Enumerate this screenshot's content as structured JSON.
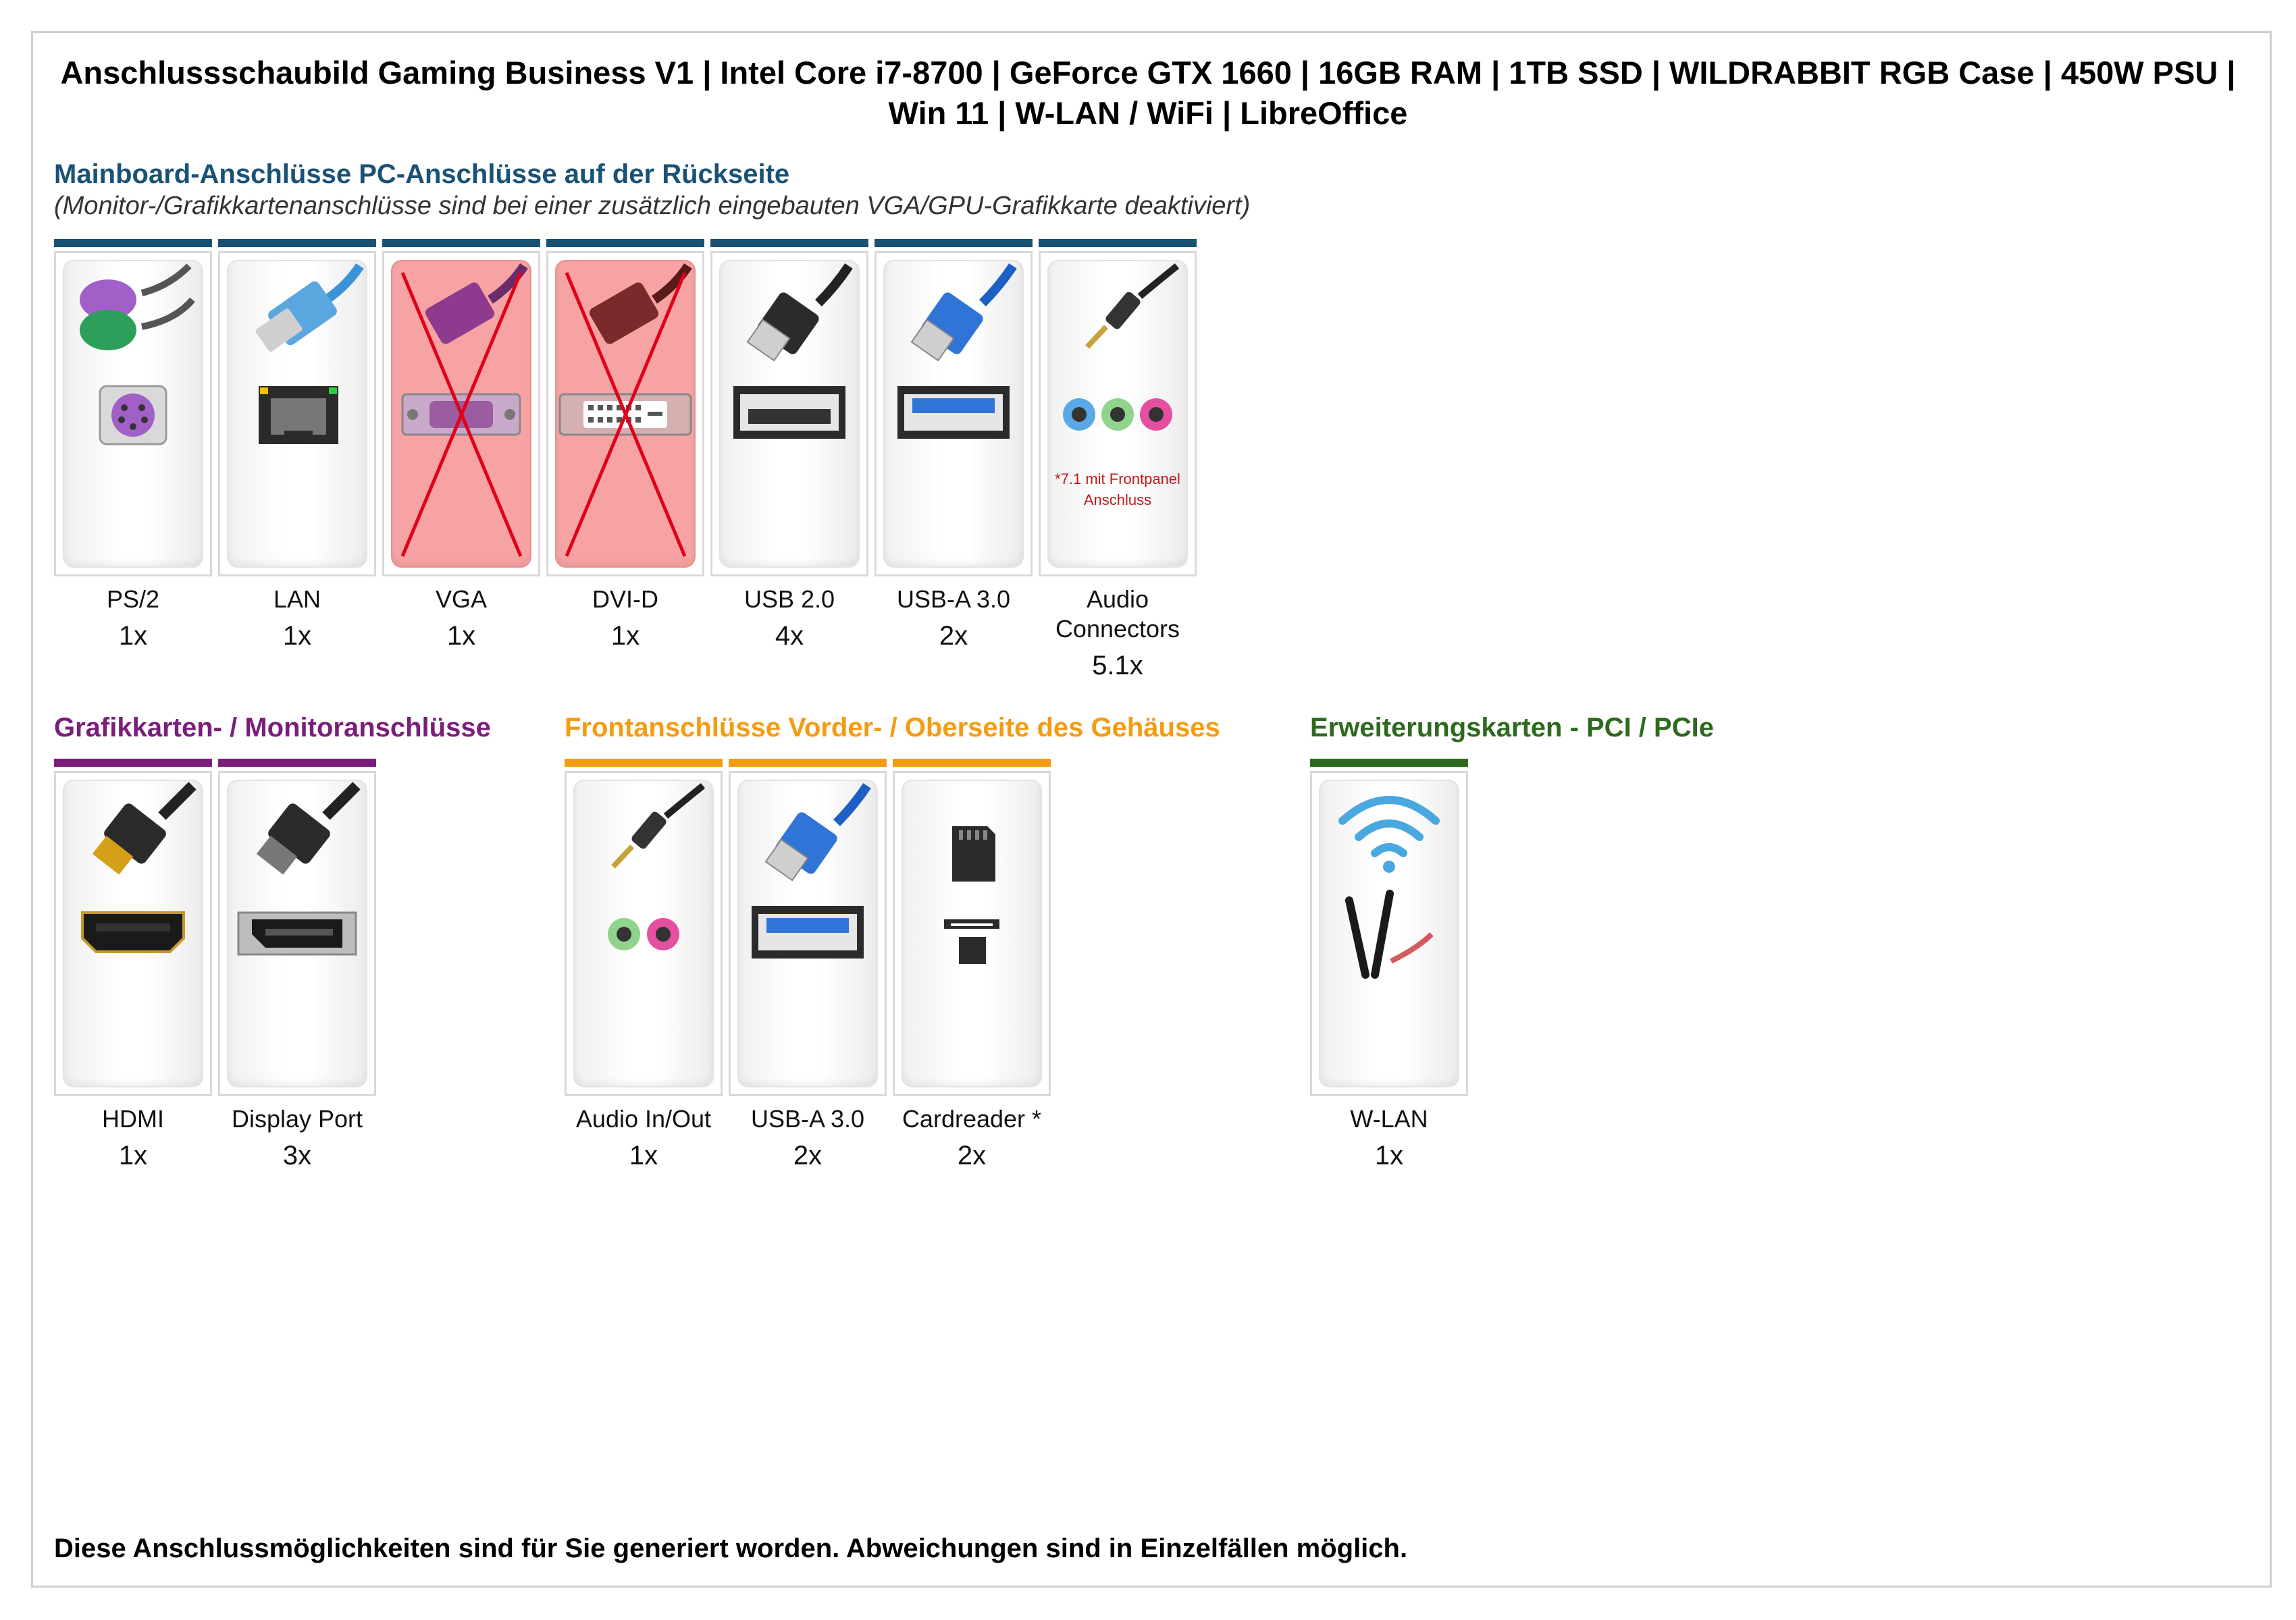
{
  "title": "Anschlussschaubild Gaming Business V1 | Intel Core i7-8700 | GeForce GTX 1660 | 16GB RAM | 1TB SSD | WILDRABBIT RGB Case | 450W PSU | Win 11 | W-LAN / WiFi | LibreOffice",
  "colors": {
    "mainboard": "#1a5276",
    "gpu": "#7b1e7a",
    "front": "#f39c12",
    "expansion": "#2d6a1f",
    "note": "#c4161c"
  },
  "mainboard": {
    "title": "Mainboard-Anschlüsse PC-Anschlüsse auf der Rückseite",
    "subtitle": "(Monitor-/Grafikkartenanschlüsse sind bei einer zusätzlich eingebauten VGA/GPU-Grafikkarte deaktiviert)",
    "items": [
      {
        "label": "PS/2",
        "count": "1x",
        "icon": "ps2-icon"
      },
      {
        "label": "LAN",
        "count": "1x",
        "icon": "lan-icon"
      },
      {
        "label": "VGA",
        "count": "1x",
        "icon": "vga-icon",
        "disabled": true
      },
      {
        "label": "DVI-D",
        "count": "1x",
        "icon": "dvi-icon",
        "disabled": true
      },
      {
        "label": "USB 2.0",
        "count": "4x",
        "icon": "usb2-icon"
      },
      {
        "label": "USB-A 3.0",
        "count": "2x",
        "icon": "usb3-icon"
      },
      {
        "label": "Audio Connectors",
        "count": "5.1x",
        "icon": "audio-icon",
        "note": "*7.1 mit Frontpanel Anschluss"
      }
    ]
  },
  "gpu": {
    "title": "Grafikkarten- / Monitoranschlüsse",
    "items": [
      {
        "label": "HDMI",
        "count": "1x",
        "icon": "hdmi-icon"
      },
      {
        "label": "Display Port",
        "count": "3x",
        "icon": "displayport-icon"
      }
    ]
  },
  "front": {
    "title": "Frontanschlüsse Vorder- / Oberseite des Gehäuses",
    "items": [
      {
        "label": "Audio In/Out",
        "count": "1x",
        "icon": "audio-front-icon"
      },
      {
        "label": "USB-A 3.0",
        "count": "2x",
        "icon": "usb3-front-icon"
      },
      {
        "label": "Cardreader *",
        "count": "2x",
        "icon": "cardreader-icon"
      }
    ]
  },
  "expansion": {
    "title": "Erweiterungskarten - PCI / PCIe",
    "items": [
      {
        "label": "W-LAN",
        "count": "1x",
        "icon": "wlan-icon"
      }
    ]
  },
  "footer": "Diese Anschlussmöglichkeiten sind für Sie generiert worden. Abweichungen sind in Einzelfällen möglich."
}
